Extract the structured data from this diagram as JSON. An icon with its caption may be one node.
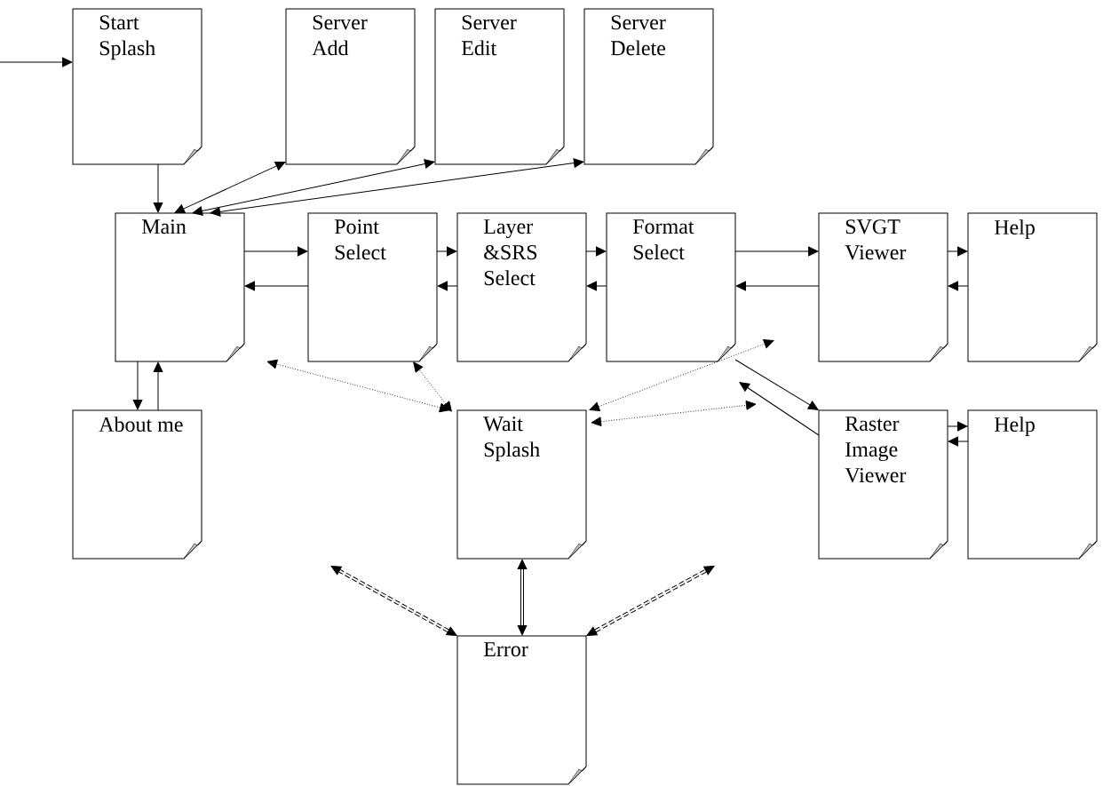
{
  "diagram": {
    "nodes": [
      {
        "text": [
          "Start Splash"
        ]
      },
      {
        "text": [
          "Server Add"
        ]
      },
      {
        "text": [
          "Server Edit"
        ]
      },
      {
        "text": [
          "Server Delete"
        ]
      },
      {
        "text": [
          "Main"
        ]
      },
      {
        "text": [
          "Point Select"
        ]
      },
      {
        "text": [
          "Layer &SRS Select"
        ]
      },
      {
        "text": [
          "Format Select"
        ]
      },
      {
        "text": [
          "SVGT Viewer"
        ]
      },
      {
        "text": [
          "Help"
        ]
      },
      {
        "text": [
          "About me"
        ]
      },
      {
        "text": [
          "Wait Splash"
        ]
      },
      {
        "text": [
          "Raster Image Viewer"
        ]
      },
      {
        "text": [
          "Help"
        ]
      },
      {
        "text": [
          "Error"
        ]
      }
    ],
    "edges": [
      {
        "from": null,
        "to": 0,
        "arrow": "to"
      },
      {
        "from": 0,
        "to": 4,
        "arrow": "to"
      },
      {
        "from": 4,
        "to": 1,
        "arrow": "both"
      },
      {
        "from": 4,
        "to": 2,
        "arrow": "both"
      },
      {
        "from": 4,
        "to": 3,
        "arrow": "both"
      },
      {
        "from": 4,
        "to": 5,
        "arrow": "to"
      },
      {
        "from": 5,
        "to": 4,
        "arrow": "to"
      },
      {
        "from": 5,
        "to": 6,
        "arrow": "to"
      },
      {
        "from": 6,
        "to": 5,
        "arrow": "to"
      },
      {
        "from": 6,
        "to": 7,
        "arrow": "to"
      },
      {
        "from": 7,
        "to": 6,
        "arrow": "to"
      },
      {
        "from": 7,
        "to": 8,
        "arrow": "to"
      },
      {
        "from": 8,
        "to": 7,
        "arrow": "to"
      },
      {
        "from": 8,
        "to": 9,
        "arrow": "to"
      },
      {
        "from": 9,
        "to": 8,
        "arrow": "to"
      },
      {
        "from": 4,
        "to": 10,
        "arrow": "to"
      },
      {
        "from": 10,
        "to": 4,
        "arrow": "to"
      },
      {
        "from": 11,
        "to": null,
        "arrow": "both",
        "style": "dashed"
      },
      {
        "from": 11,
        "to": 5,
        "arrow": "both",
        "style": "dashed"
      },
      {
        "from": 11,
        "to": null,
        "arrow": "both",
        "style": "dashed"
      },
      {
        "from": 11,
        "to": null,
        "arrow": "both",
        "style": "dashed"
      },
      {
        "from": 7,
        "to": 12,
        "arrow": "to"
      },
      {
        "from": 12,
        "to": 7,
        "arrow": "to"
      },
      {
        "from": 12,
        "to": 13,
        "arrow": "to"
      },
      {
        "from": 13,
        "to": 12,
        "arrow": "to"
      },
      {
        "from": 14,
        "to": 11,
        "arrow": "both",
        "style": "thick"
      },
      {
        "from": 14,
        "to": null,
        "arrow": "both",
        "style": "dashed"
      },
      {
        "from": 14,
        "to": null,
        "arrow": "both",
        "style": "dashed"
      }
    ]
  }
}
